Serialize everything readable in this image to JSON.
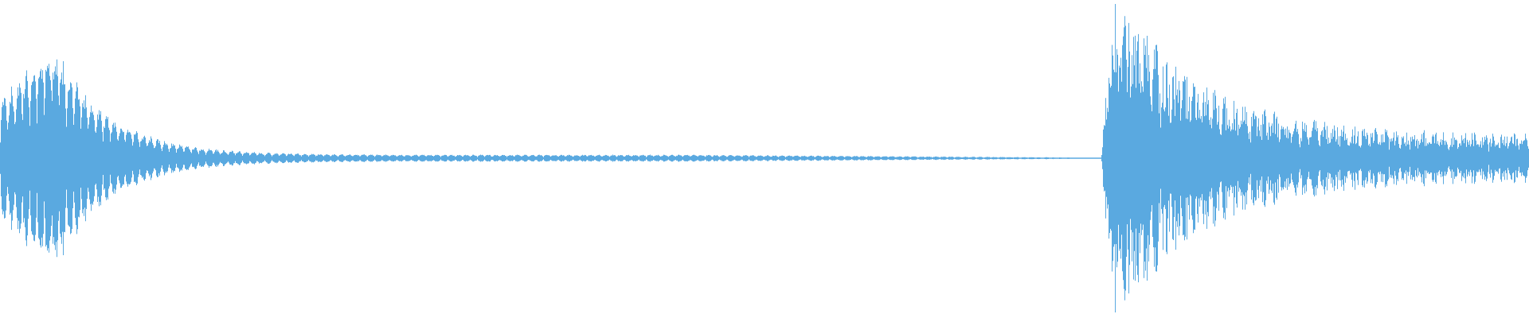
{
  "waveform": {
    "color": "#5aa9e0",
    "background": "#ffffff",
    "segments": [
      {
        "name": "first-sound",
        "start_fraction": 0.0,
        "end_fraction": 0.72,
        "peak_amplitude": 0.66,
        "attack_fraction": 0.034,
        "pulse_period_fraction": 0.0048,
        "tail_amplitude": 0.02
      },
      {
        "name": "second-sound",
        "start_fraction": 0.72,
        "end_fraction": 1.0,
        "peak_amplitude": 0.98,
        "attack_fraction": 0.008,
        "pulse_period_fraction": 0.0065,
        "tail_amplitude": 0.12
      }
    ]
  }
}
